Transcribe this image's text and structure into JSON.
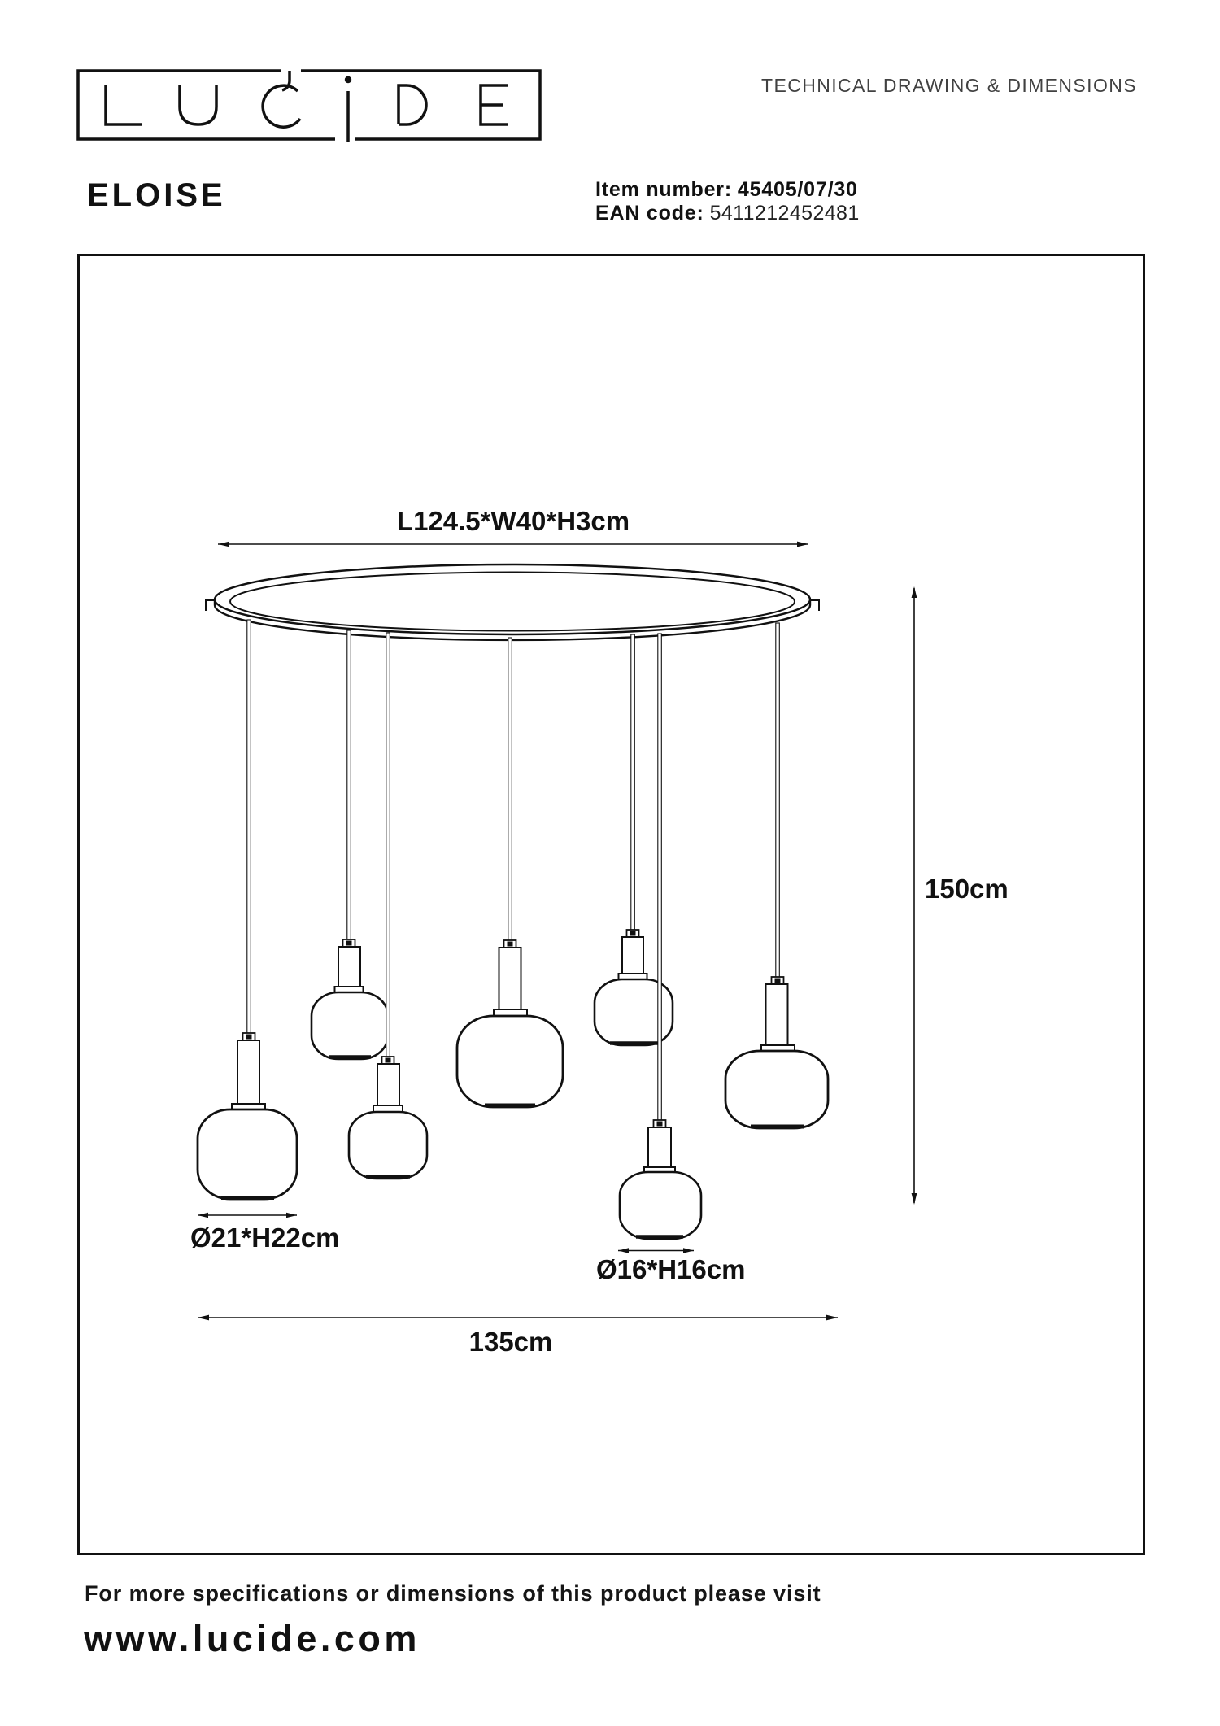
{
  "brand": {
    "name": "LUCIDE"
  },
  "header": {
    "doc_title": "TECHNICAL DRAWING & DIMENSIONS"
  },
  "product": {
    "name": "ELOISE",
    "item_label": "Item number:",
    "item_number": "45405/07/30",
    "ean_label": "EAN code:",
    "ean_code": "5411212452481"
  },
  "drawing": {
    "pendant_count": 7,
    "canopy_size": "L124.5*W40*H3cm",
    "drop_height": "150cm",
    "large_shade_size": "Ø21*H22cm",
    "small_shade_size": "Ø16*H16cm",
    "overall_width": "135cm"
  },
  "footer": {
    "note": "For more specifications or dimensions of this product please visit",
    "website": "www.lucide.com"
  },
  "colors": {
    "ink": "#111111",
    "muted": "#414141",
    "paper": "#ffffff"
  }
}
